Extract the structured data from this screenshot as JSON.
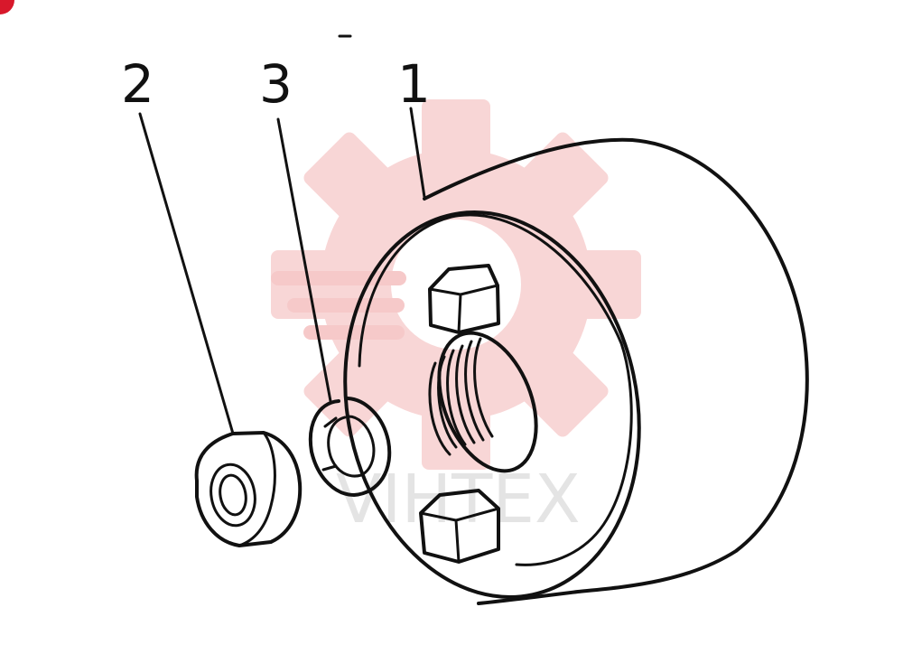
{
  "callouts": [
    {
      "id": "1",
      "label": "1",
      "part": "disc"
    },
    {
      "id": "2",
      "label": "2",
      "part": "nut"
    },
    {
      "id": "3",
      "label": "3",
      "part": "lock-washer"
    }
  ],
  "watermark": {
    "text": "VIHTEX",
    "gear_color": "#f6c9c9",
    "text_color": "#cfcfcf"
  },
  "colors": {
    "line": "#111111",
    "corner_badge": "#d8182b",
    "background": "#ffffff"
  }
}
